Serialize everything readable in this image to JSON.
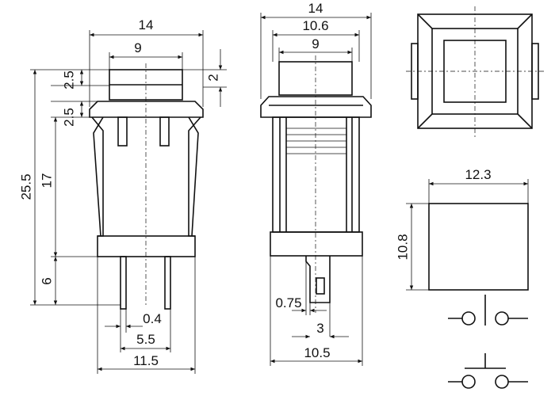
{
  "dimensions": {
    "front_total_width": "14",
    "front_cap_width": "9",
    "front_cap_height": "2.5",
    "front_flange_height": "2.5",
    "front_top_offset": "2",
    "front_total_height": "25.5",
    "front_body_height": "17",
    "front_pin_length": "6",
    "front_pin_thickness": "0.4",
    "front_pin_pitch": "5.5",
    "front_base_width": "11.5",
    "side_total_width": "14",
    "side_body_width": "10.6",
    "side_cap_width": "9",
    "side_terminal_offset": "0.75",
    "side_terminal_width": "3",
    "side_base_width": "10.5",
    "cutout_width": "12.3",
    "cutout_height": "10.8"
  }
}
